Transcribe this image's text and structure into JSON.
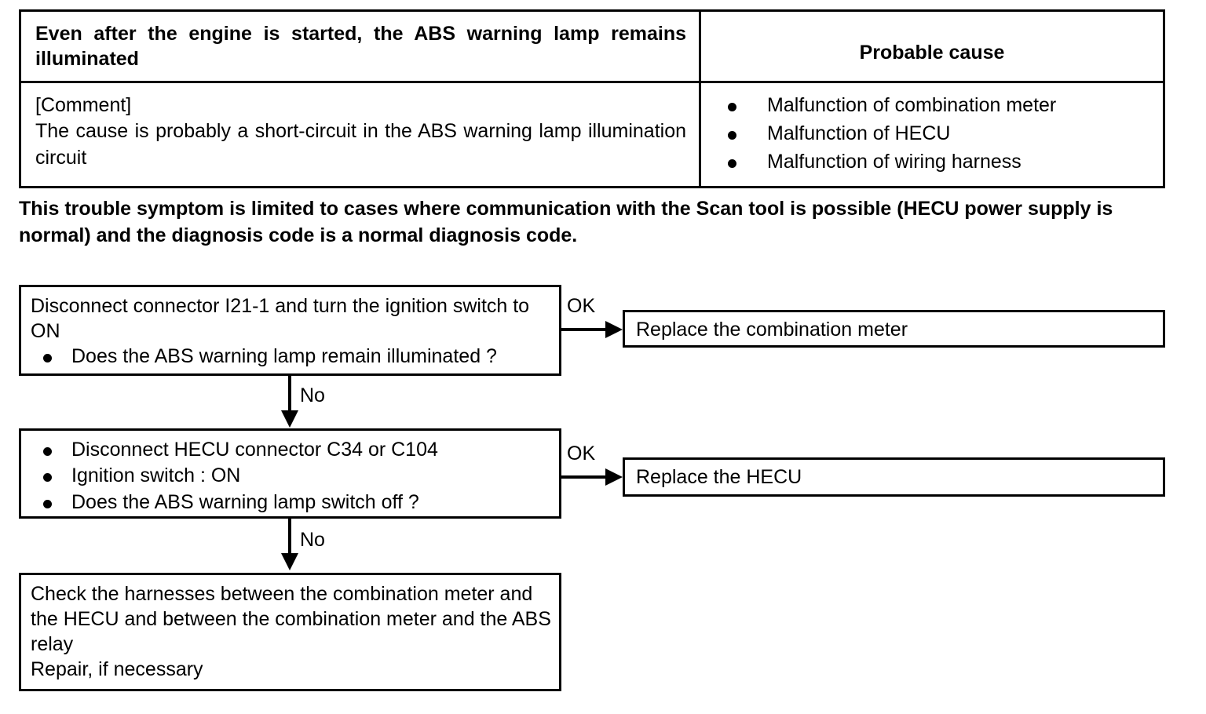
{
  "symptom_table": {
    "headers": {
      "symptom": "Even after the engine is started, the ABS warning lamp remains illuminated",
      "cause": "Probable cause"
    },
    "comment_label": "[Comment]",
    "comment_text": "The cause is probably a short-circuit in the ABS warning lamp illumination circuit",
    "causes": [
      "Malfunction of combination meter",
      "Malfunction of HECU",
      "Malfunction of wiring harness"
    ]
  },
  "note": "This trouble symptom is limited to cases where communication with the Scan tool is possible (HECU power supply is normal) and the diagnosis code is a normal diagnosis code.",
  "flowchart": {
    "step1": {
      "line1": "Disconnect connector I21-1 and turn the ignition switch to ON",
      "bullet1": "Does the ABS warning lamp remain illuminated ?"
    },
    "step2": {
      "bullets": [
        "Disconnect HECU connector C34 or C104",
        "Ignition switch : ON",
        "Does the ABS warning lamp switch off ?"
      ]
    },
    "step3": {
      "line1": "Check the harnesses between the combination meter and the HECU and between the combination meter and the ABS relay",
      "line2": "Repair, if necessary"
    },
    "result1": "Replace the combination meter",
    "result2": "Replace the HECU",
    "labels": {
      "ok1": "OK",
      "ok2": "OK",
      "no1": "No",
      "no2": "No"
    }
  },
  "colors": {
    "ink": "#000000",
    "paper": "#ffffff"
  }
}
